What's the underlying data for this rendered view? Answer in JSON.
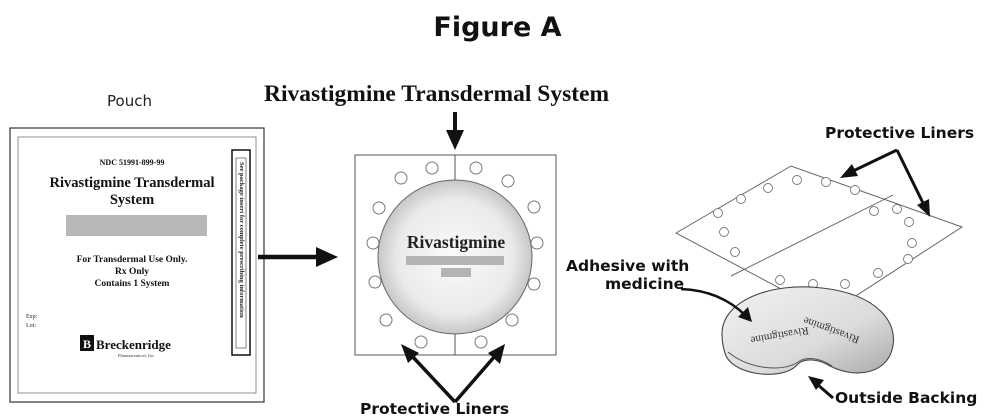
{
  "figure_title": "Figure A",
  "pouch": {
    "caption": "Pouch",
    "ndc": "NDC 51991-899-99",
    "product_name": "Rivastigmine Transdermal System",
    "use_line1": "For Transdermal Use Only.",
    "use_line2": "Rx Only",
    "use_line3": "Contains 1 System",
    "exp_label": "Exp:",
    "lot_label": "Lot:",
    "brand": "Breckenridge",
    "brand_sub": "Pharmaceutical, Inc.",
    "side_text": "See package insert for complete prescribing information"
  },
  "patch": {
    "heading": "Rivastigmine Transdermal System",
    "label": "Rivastigmine",
    "liners_caption": "Protective Liners"
  },
  "exploded": {
    "liners_caption": "Protective Liners",
    "adhesive_caption_line1": "Adhesive with",
    "adhesive_caption_line2": "medicine",
    "patch_label": "Rivastigmine",
    "backing_caption": "Outside Backing"
  }
}
